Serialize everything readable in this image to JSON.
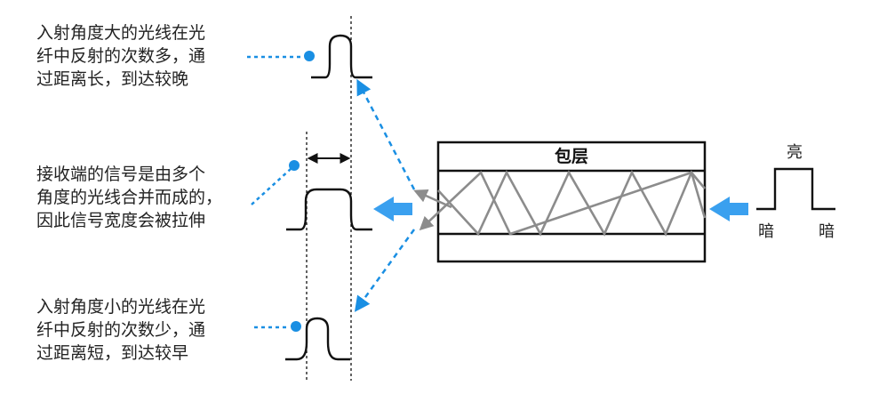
{
  "notes": {
    "top": [
      "入射角度大的光线在光",
      "纤中反射的次数多，通",
      "过距离长，到达较晚"
    ],
    "middle": [
      "接收端的信号是由多个",
      "角度的光线合并而成的，",
      "因此信号宽度会被拉伸"
    ],
    "bottom": [
      "入射角度小的光线在光",
      "纤中反射的次数少，通",
      "过距离短，到达较早"
    ]
  },
  "fiber": {
    "cladding_label": "包层"
  },
  "input_pulse": {
    "high_label": "亮",
    "low_left_label": "暗",
    "low_right_label": "暗"
  },
  "colors": {
    "accent": "#1a8fe3",
    "line": "#111111",
    "ray": "#8c8c8c"
  }
}
